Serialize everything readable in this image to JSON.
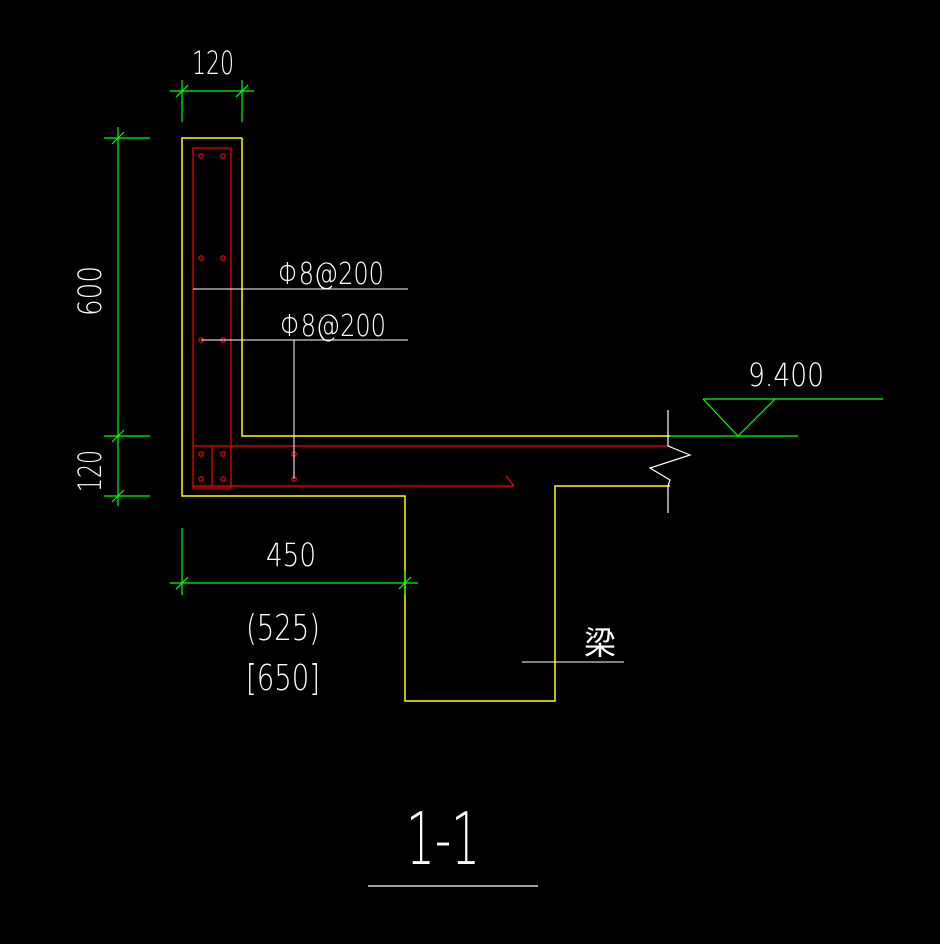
{
  "colors": {
    "background": "#000000",
    "concrete_outline": "#ffff00",
    "rebar": "#ff0000",
    "dimension": "#00ff00",
    "text": "#ffffff",
    "leader": "#ffffff"
  },
  "dimensions": {
    "top_width": "120",
    "wall_height": "600",
    "slab_thickness": "120",
    "bottom_width": "450",
    "bottom_width_alt1": "(525)",
    "bottom_width_alt2": "[650]"
  },
  "rebar_notes": {
    "note1": "Φ8@200",
    "note2": "Φ8@200"
  },
  "level": {
    "elevation": "9.400"
  },
  "beam_label": "梁",
  "section_title": "1-1"
}
